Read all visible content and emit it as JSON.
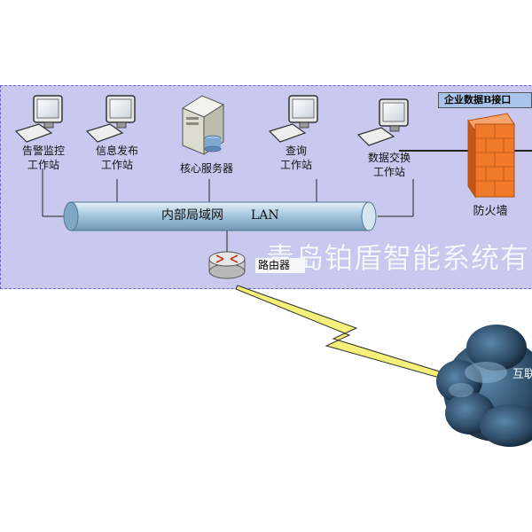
{
  "zone_tag": "企业数据B接口",
  "stations": [
    {
      "line1": "告警监控",
      "line2": "工作站"
    },
    {
      "line1": "信息发布",
      "line2": "工作站"
    },
    {
      "line1": "查询",
      "line2": "工作站"
    },
    {
      "line1": "数据交换",
      "line2": "工作站"
    }
  ],
  "server": {
    "label": "核心服务器"
  },
  "firewall": {
    "label": "防火墙"
  },
  "lan": {
    "label": "内部局域网",
    "suffix": "LAN"
  },
  "router": {
    "label": "路由器"
  },
  "internet": {
    "label": "互联"
  },
  "watermark": "青岛铂盾智能系统有",
  "colors": {
    "zone": "#c9c9ef",
    "pipe": "#a7c8de",
    "firewall": "#f07a2a",
    "lightning": "#f4f07a",
    "cloud": "#2f4d69"
  }
}
